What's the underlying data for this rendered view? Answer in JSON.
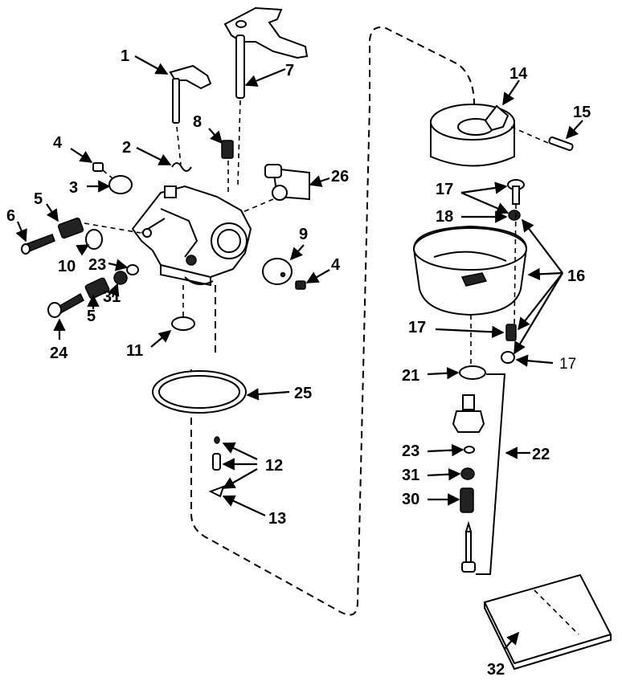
{
  "labels": {
    "p1": "1",
    "p2": "2",
    "p3": "3",
    "p4a": "4",
    "p4b": "4",
    "p5a": "5",
    "p5b": "5",
    "p6": "6",
    "p7": "7",
    "p8": "8",
    "p9": "9",
    "p10": "10",
    "p11": "11",
    "p12": "12",
    "p13": "13",
    "p14": "14",
    "p15": "15",
    "p16": "16",
    "p17a": "17",
    "p17b": "17",
    "p17c": "17",
    "p18": "18",
    "p21": "21",
    "p22": "22",
    "p23a": "23",
    "p23b": "23",
    "p24": "24",
    "p25": "25",
    "p26": "26",
    "p30": "30",
    "p31a": "31",
    "p31b": "31",
    "p32": "32"
  }
}
